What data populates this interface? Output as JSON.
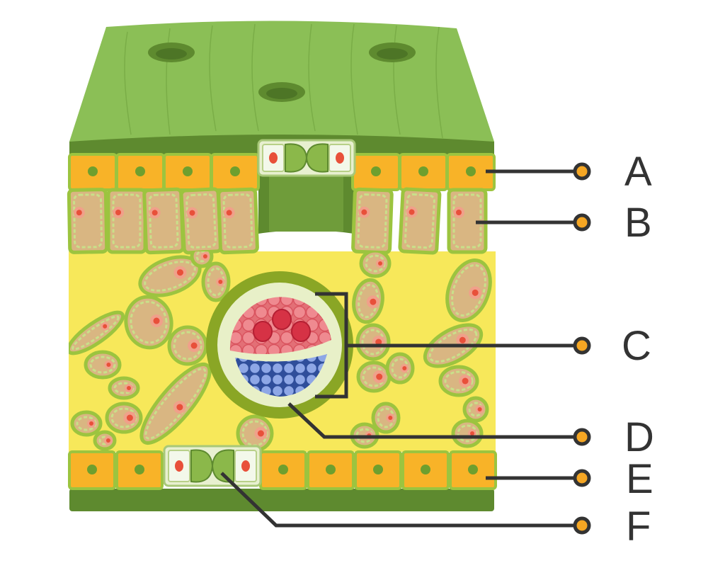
{
  "diagram": {
    "colors": {
      "cuticle": "#8bbf56",
      "cuticle_dark": "#5e8a2f",
      "epidermis": "#f8b328",
      "cell_border": "#9cc43f",
      "mesophyll_bg": "#f7e85a",
      "palisade": "#d9b682",
      "nucleus_green": "#6e9f2e",
      "nucleus_red": "#e8503a",
      "xylem": "#e36f76",
      "xylem_dark": "#d63245",
      "phloem": "#7f9be0",
      "phloem_dark": "#2f4e9b",
      "bundle_sheath": "#8aa625",
      "leader": "#333333",
      "marker": "#f5a623"
    },
    "labels": [
      {
        "id": "A",
        "text": "A"
      },
      {
        "id": "B",
        "text": "B"
      },
      {
        "id": "C",
        "text": "C"
      },
      {
        "id": "D",
        "text": "D"
      },
      {
        "id": "E",
        "text": "E"
      },
      {
        "id": "F",
        "text": "F"
      }
    ]
  }
}
